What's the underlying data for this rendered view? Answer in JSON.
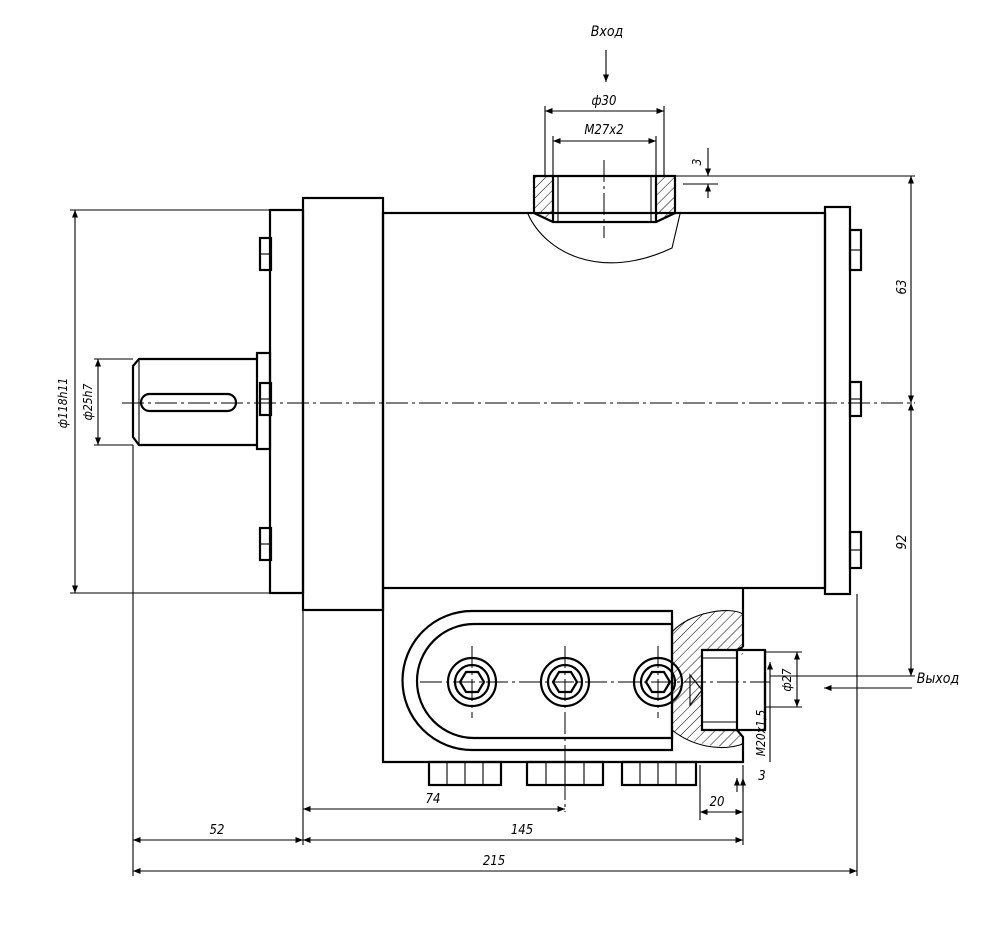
{
  "labels": {
    "inlet": "Вход",
    "outlet": "Выход"
  },
  "dimensions": {
    "inlet_outer_diameter": "ф30",
    "inlet_thread": "M27x2",
    "inlet_chamfer": "3",
    "flange_diameter": "ф118h11",
    "shaft_diameter": "ф25h7",
    "upper_height": "63",
    "lower_height": "92",
    "outlet_diameter": "ф27",
    "outlet_thread": "M20x1,5",
    "outlet_chamfer": "3",
    "port_offset": "20",
    "bolt_distance": "74",
    "shaft_length": "52",
    "body_length": "145",
    "total_length": "215"
  },
  "colors": {
    "line": "#000000",
    "background": "#ffffff"
  }
}
